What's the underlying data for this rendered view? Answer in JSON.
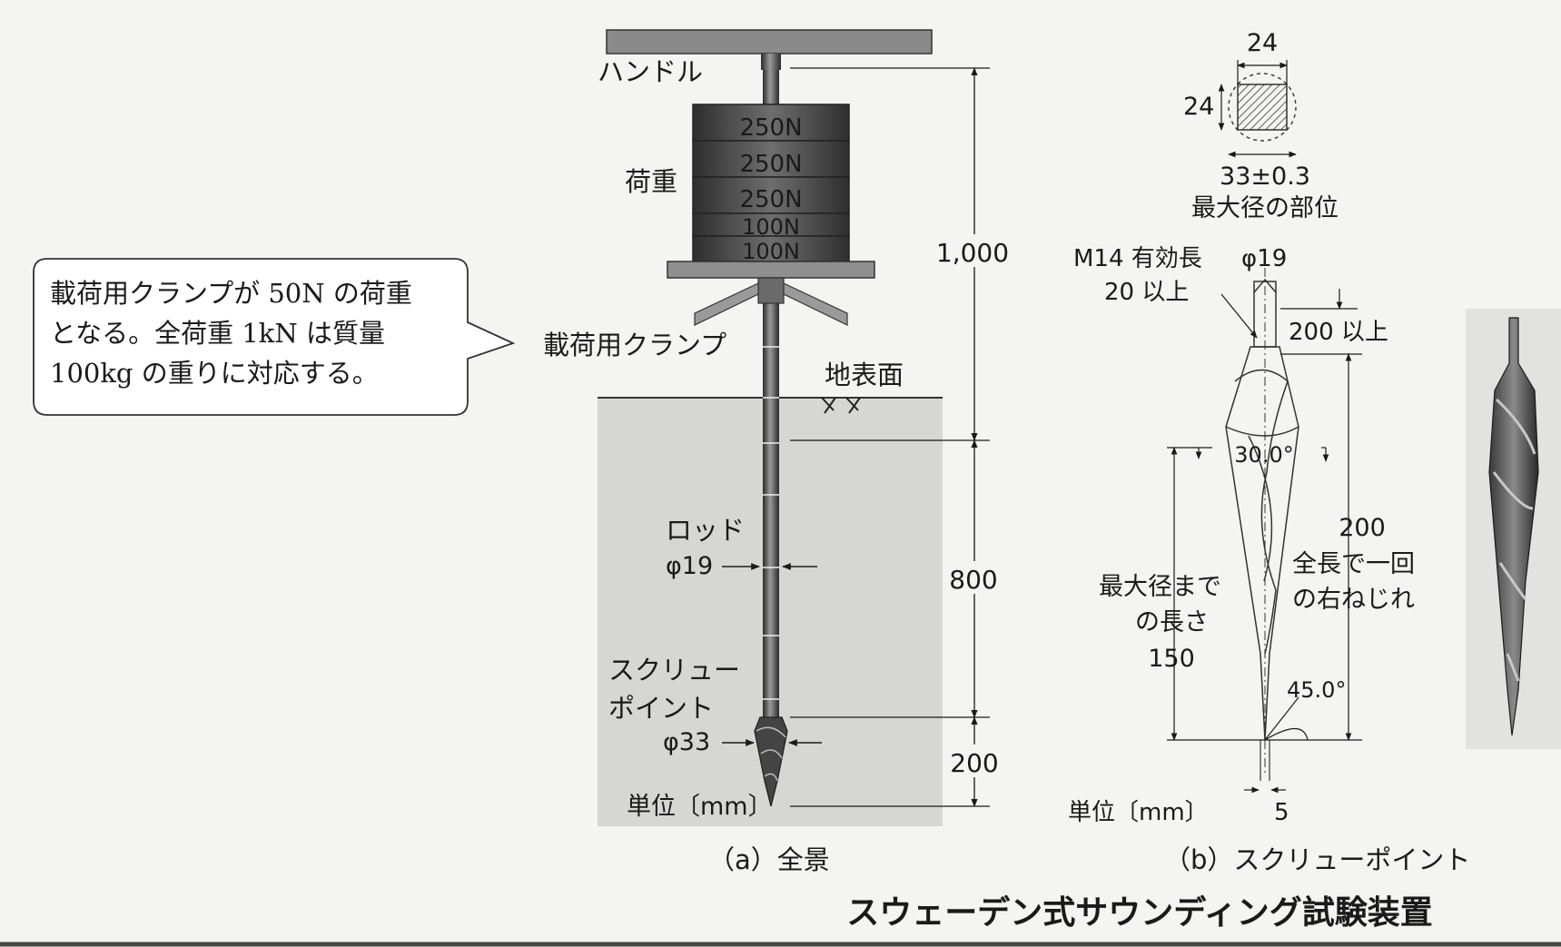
{
  "callout": {
    "lines": [
      "載荷用クランプが 50N の荷重",
      "となる。全荷重 1kN は質量",
      "100kg の重りに対応する。"
    ]
  },
  "panel_a": {
    "handle_label": "ハンドル",
    "weights_label": "荷重",
    "weights": [
      "250N",
      "250N",
      "250N",
      "100N",
      "100N"
    ],
    "clamp_label": "載荷用クランプ",
    "ground_label": "地表面",
    "rod_label": "ロッド",
    "rod_dia": "φ19",
    "screw_label_1": "スクリュー",
    "screw_label_2": "ポイント",
    "screw_dia": "φ33",
    "unit": "単位〔mm〕",
    "dims": [
      "1,000",
      "800",
      "200"
    ],
    "caption": "（a）全景"
  },
  "panel_b": {
    "section_w": "24",
    "section_h": "24",
    "section_dia": "33±0.3",
    "section_note": "最大径の部位",
    "thread_1": "M14 有効長",
    "thread_2": "20 以上",
    "thread_dia": "φ19",
    "len_200_above": "200 以上",
    "angle_top": "30.0°",
    "angle_tip": "45.0°",
    "dim_200": "200",
    "twist_1": "全長で一回",
    "twist_2": "の右ねじれ",
    "maxlen_1": "最大径まで",
    "maxlen_2": "の長さ",
    "maxlen_val": "150",
    "unit": "単位〔mm〕",
    "tip_w": "5",
    "caption": "（b）スクリューポイント"
  },
  "title": "スウェーデン式サウンディング試験装置"
}
